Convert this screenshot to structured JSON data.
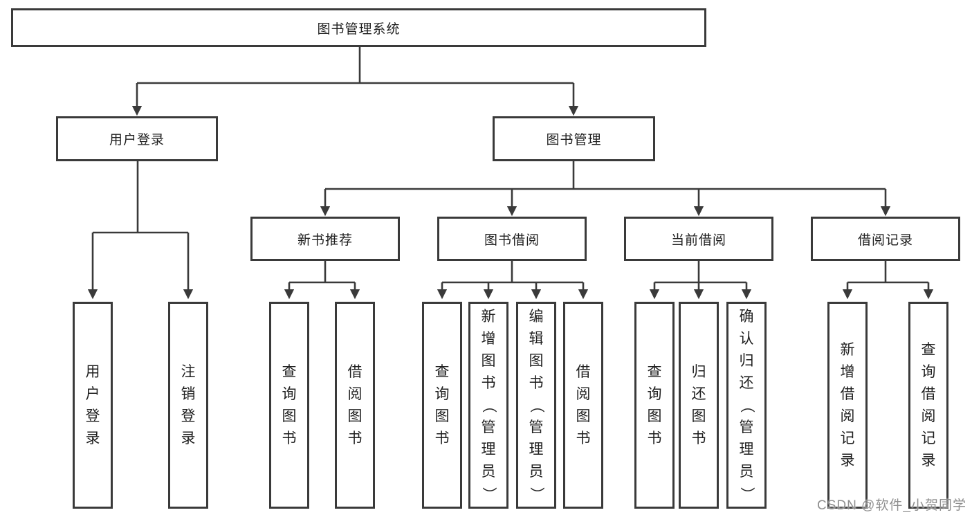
{
  "diagram": {
    "root": {
      "label": "图书管理系统"
    },
    "branches": [
      {
        "label": "用户登录",
        "children": [
          {
            "label": "用户登录"
          },
          {
            "label": "注销登录"
          }
        ]
      },
      {
        "label": "图书管理",
        "children": [
          {
            "label": "新书推荐",
            "children": [
              {
                "label": "查询图书"
              },
              {
                "label": "借阅图书"
              }
            ]
          },
          {
            "label": "图书借阅",
            "children": [
              {
                "label": "查询图书"
              },
              {
                "label": "新增图书（管理员）"
              },
              {
                "label": "编辑图书（管理员）"
              },
              {
                "label": "借阅图书"
              }
            ]
          },
          {
            "label": "当前借阅",
            "children": [
              {
                "label": "查询图书"
              },
              {
                "label": "归还图书"
              },
              {
                "label": "确认归还（管理员）"
              }
            ]
          },
          {
            "label": "借阅记录",
            "children": [
              {
                "label": "新增借阅记录"
              },
              {
                "label": "查询借阅记录"
              }
            ]
          }
        ]
      }
    ]
  },
  "watermark": {
    "text": "CSDN @软件_小贺同学"
  },
  "colors": {
    "line": "#3a3a3a",
    "text": "#1f1f1f",
    "background": "#ffffff",
    "watermark": "#8f8f8f"
  }
}
